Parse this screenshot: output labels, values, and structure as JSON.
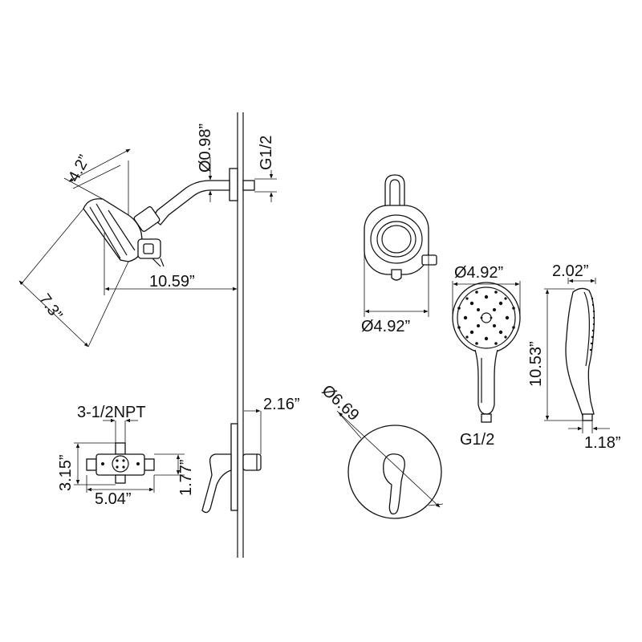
{
  "labels": {
    "arm_diameter": "Ø0.98”",
    "arm_thread": "G1/2",
    "head_width": "4.2”",
    "head_height": "7.3”",
    "arm_reach": "10.59”",
    "head_front_diameter": "Ø4.92”",
    "handheld_diameter": "Ø4.92”",
    "handheld_depth": "2.02”",
    "handheld_length": "10.53”",
    "handheld_neck": "1.18”",
    "handheld_thread": "G1/2",
    "valve_inlet": "3-1/2NPT",
    "valve_height": "3.15”",
    "valve_width": "5.04”",
    "valve_depth": "1.77”",
    "trim_projection": "2.16”",
    "trim_plate_diameter": "Ø6.69"
  },
  "colors": {
    "line": "#111111",
    "background": "#ffffff"
  }
}
